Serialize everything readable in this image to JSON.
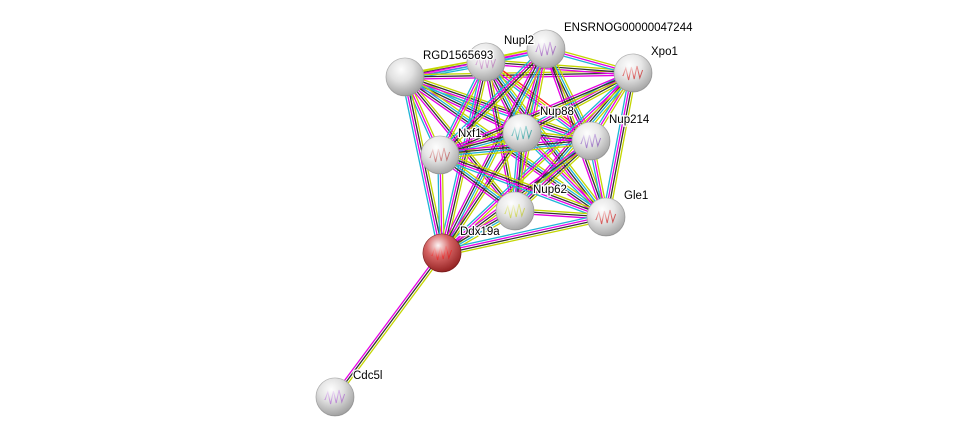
{
  "evidence_colors": {
    "textmining": "#c3d600",
    "coexpression": "#333333",
    "experiments": "#e600e6",
    "databases": "#1fb4d6",
    "neighborhood": "#ff2020"
  },
  "nodes": [
    {
      "id": "RGD1565693",
      "label": "RGD1565693",
      "color": "#d8d8d8",
      "structure": false
    },
    {
      "id": "Nupl2",
      "label": "Nupl2",
      "color": "#e0e0e0",
      "structure": true,
      "structure_color": "#c080c0"
    },
    {
      "id": "ENSRNOG00000047244",
      "label": "ENSRNOG00000047244",
      "color": "#e0e0e0",
      "structure": true,
      "structure_color": "#a060c0"
    },
    {
      "id": "Xpo1",
      "label": "Xpo1",
      "color": "#e0e0e0",
      "structure": true,
      "structure_color": "#d03030"
    },
    {
      "id": "Nup88",
      "label": "Nup88",
      "color": "#e0e0e0",
      "structure": true,
      "structure_color": "#30a0a0"
    },
    {
      "id": "Nup214",
      "label": "Nup214",
      "color": "#e0e0e0",
      "structure": true,
      "structure_color": "#9060c0"
    },
    {
      "id": "Nxf1",
      "label": "Nxf1",
      "color": "#e0e0e0",
      "structure": true,
      "structure_color": "#c06060"
    },
    {
      "id": "Nup62",
      "label": "Nup62",
      "color": "#e0e0e0",
      "structure": true,
      "structure_color": "#c8d040"
    },
    {
      "id": "Gle1",
      "label": "Gle1",
      "color": "#e0e0e0",
      "structure": true,
      "structure_color": "#d03030"
    },
    {
      "id": "Ddx19a",
      "label": "Ddx19a",
      "color": "#c83030",
      "structure": true,
      "structure_color": "#e00000",
      "query": true
    },
    {
      "id": "Cdc5l",
      "label": "Cdc5l",
      "color": "#d8d8d8",
      "structure": true,
      "structure_color": "#b070d0"
    }
  ],
  "edges": [
    {
      "a": "Ddx19a",
      "b": "Cdc5l",
      "evidence": [
        "textmining",
        "coexpression",
        "experiments"
      ]
    }
  ],
  "cluster_members": [
    "RGD1565693",
    "Nupl2",
    "ENSRNOG00000047244",
    "Xpo1",
    "Nup88",
    "Nup214",
    "Nxf1",
    "Nup62",
    "Gle1",
    "Ddx19a"
  ]
}
